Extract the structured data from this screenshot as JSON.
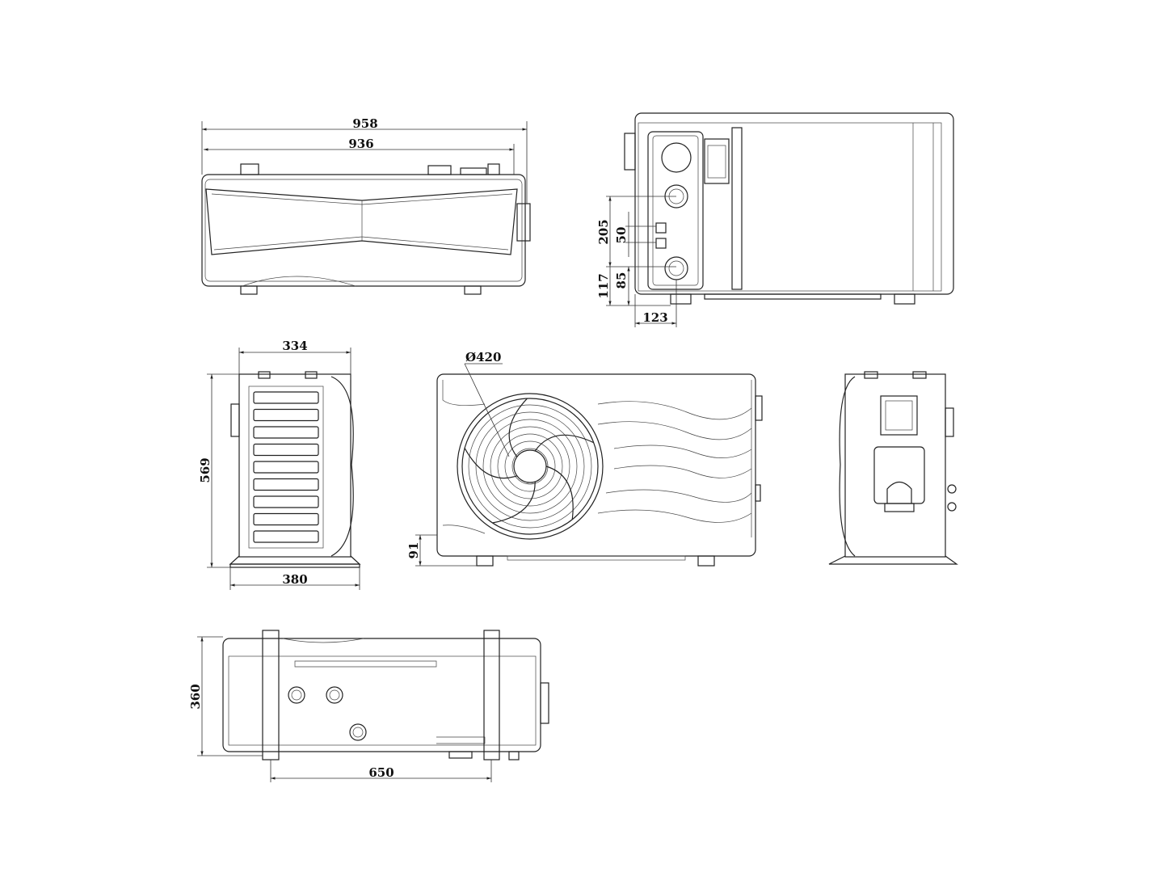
{
  "drawing": {
    "title": "Heat pump dimension drawing",
    "top_view": {
      "overall_length": "958",
      "body_length": "936"
    },
    "side_view": {
      "d205": "205",
      "d50": "50",
      "d117": "117",
      "d85": "85",
      "d123": "123"
    },
    "front_view": {
      "depth_top": "334",
      "height": "569",
      "base_width": "380"
    },
    "fan_view": {
      "fan_diameter": "Ø420",
      "foot_height": "91"
    },
    "bottom_view": {
      "depth": "360",
      "bracket_spacing": "650"
    }
  }
}
